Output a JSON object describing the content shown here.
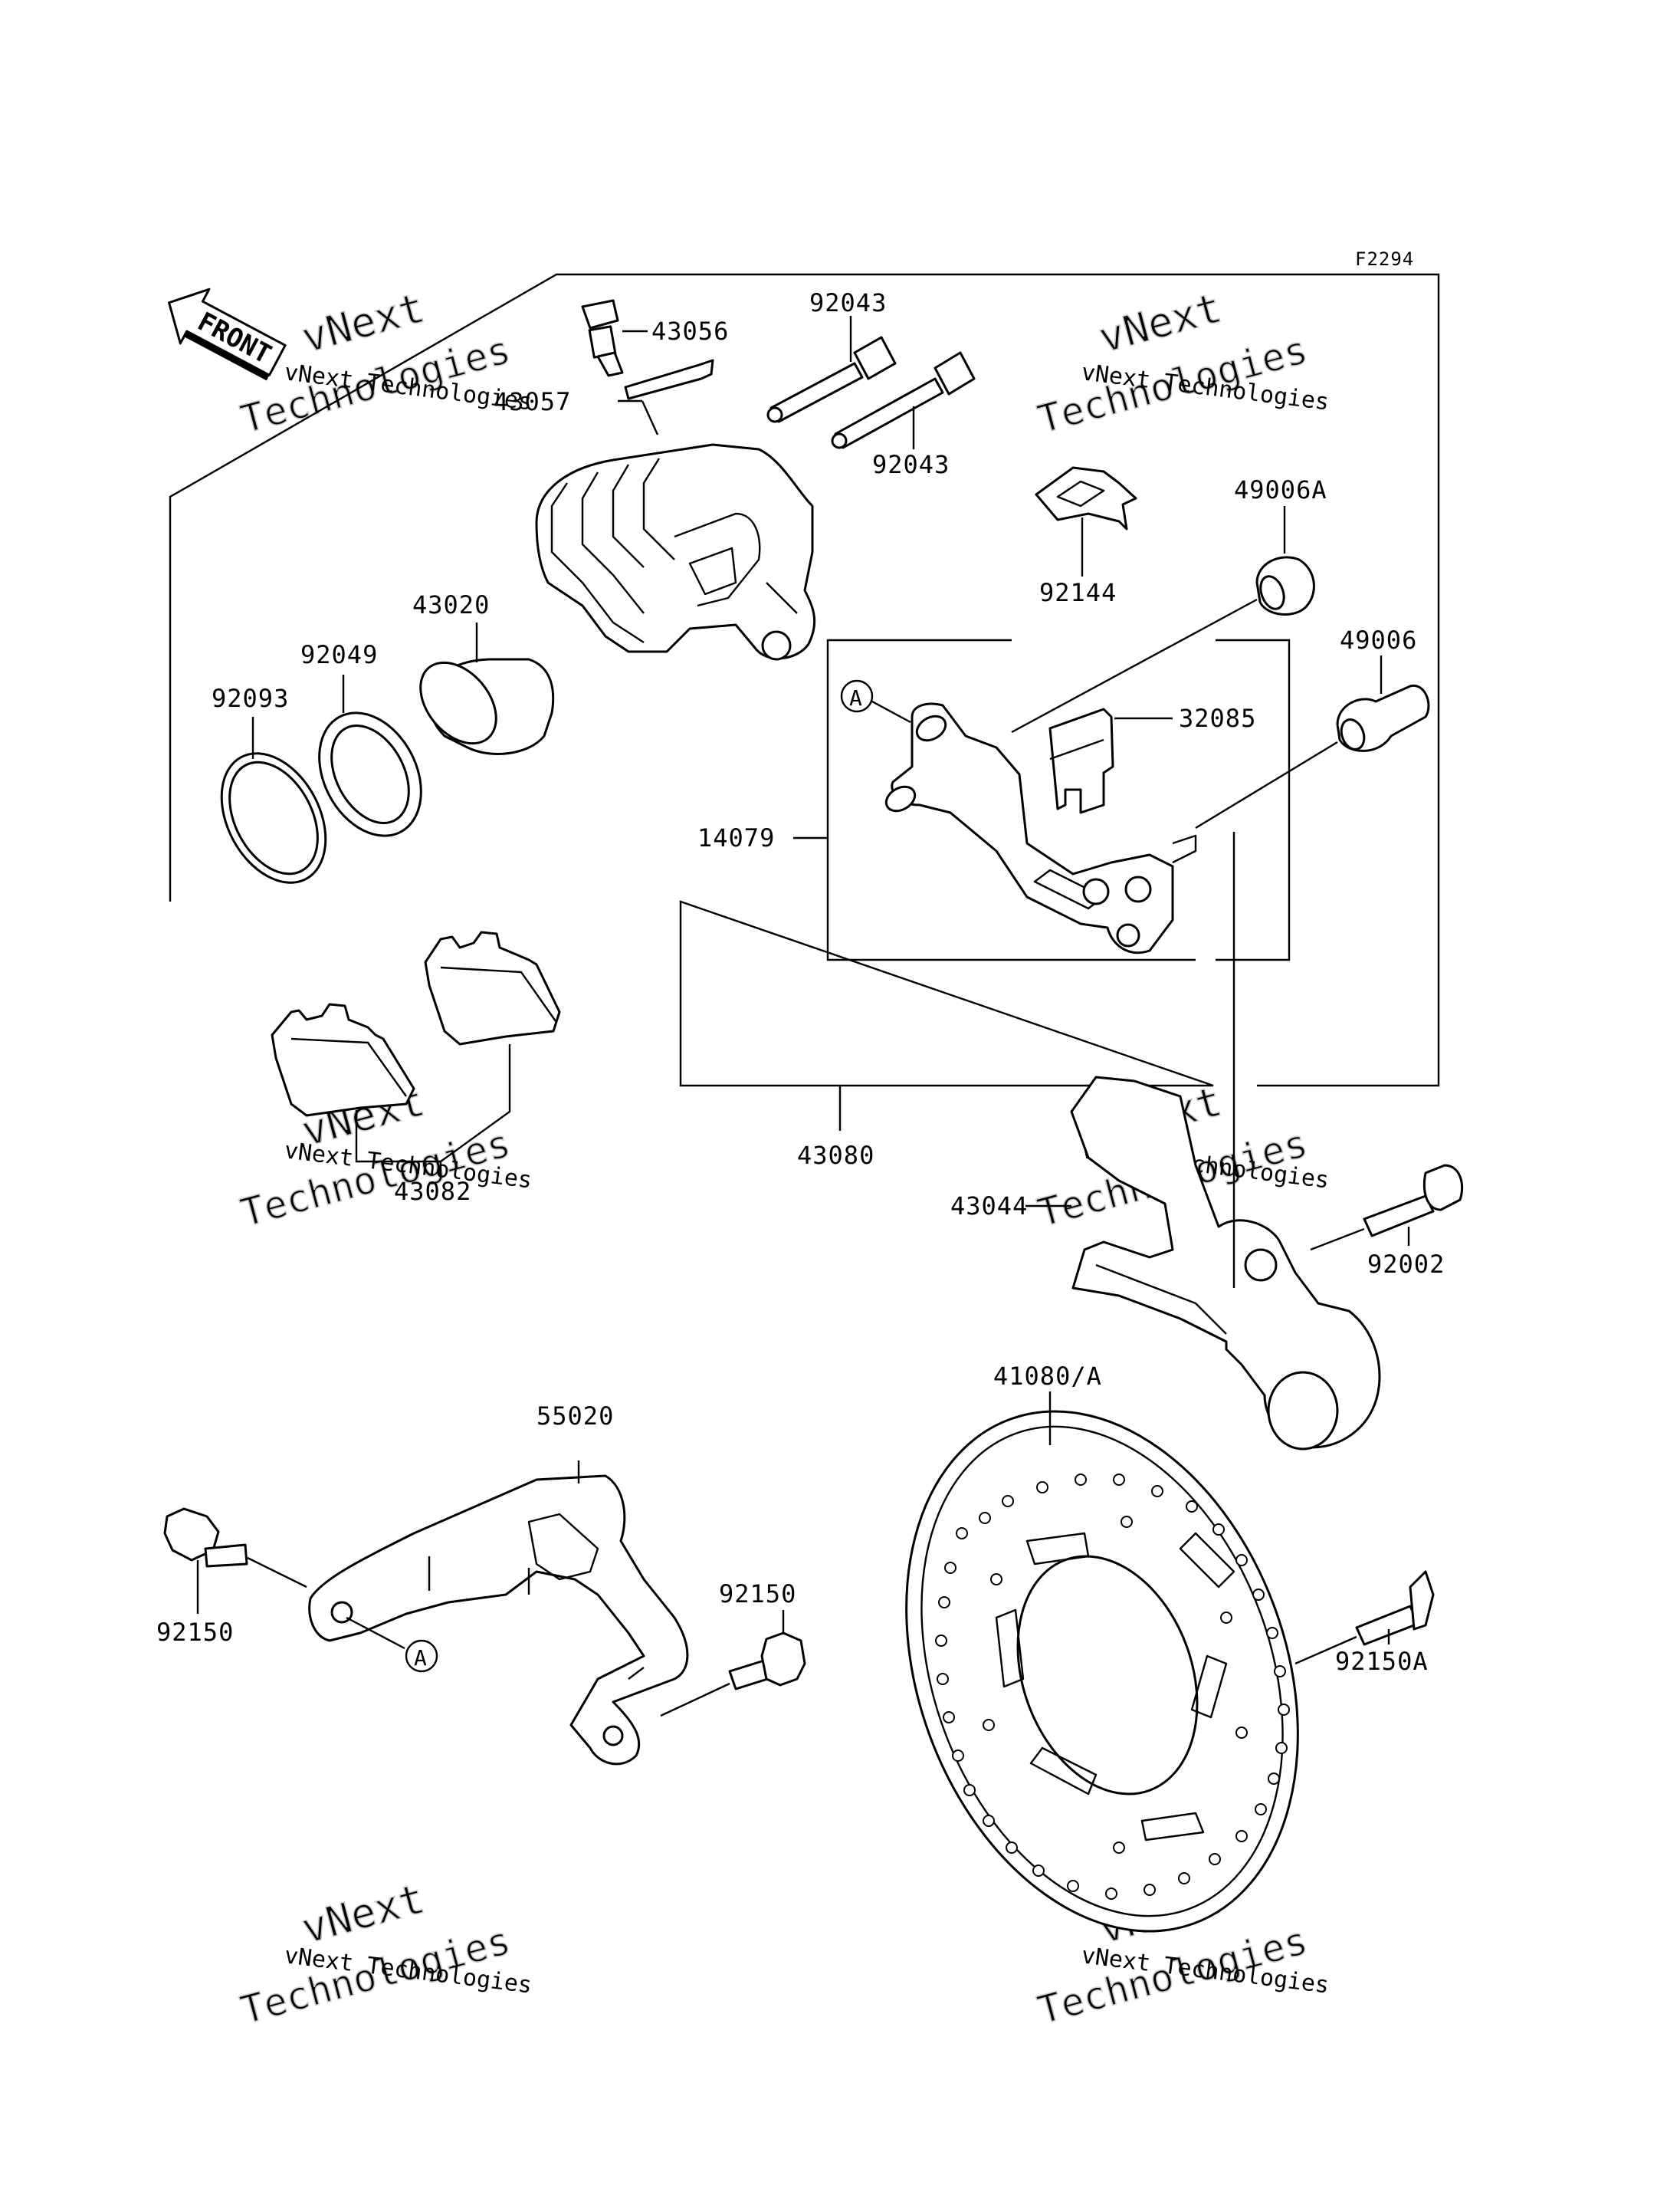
{
  "figure_code": "F2294",
  "front_arrow": "FRONT",
  "callout_a": "A",
  "watermark": {
    "line1": "vNext Technologies",
    "line2": "vNext",
    "line3": "Technologies"
  },
  "parts": {
    "p43056": "43056",
    "p43057": "43057",
    "p92043_top": "92043",
    "p92043_bottom": "92043",
    "p49006A": "49006A",
    "p92144": "92144",
    "p43020": "43020",
    "p92049": "92049",
    "p92093": "92093",
    "p49006": "49006",
    "p32085": "32085",
    "p14079": "14079",
    "p43080": "43080",
    "p43082": "43082",
    "p43044": "43044",
    "p92002": "92002",
    "p41080A": "41080/A",
    "p55020": "55020",
    "p92150_left": "92150",
    "p92150_mid": "92150",
    "p92150A": "92150A"
  }
}
